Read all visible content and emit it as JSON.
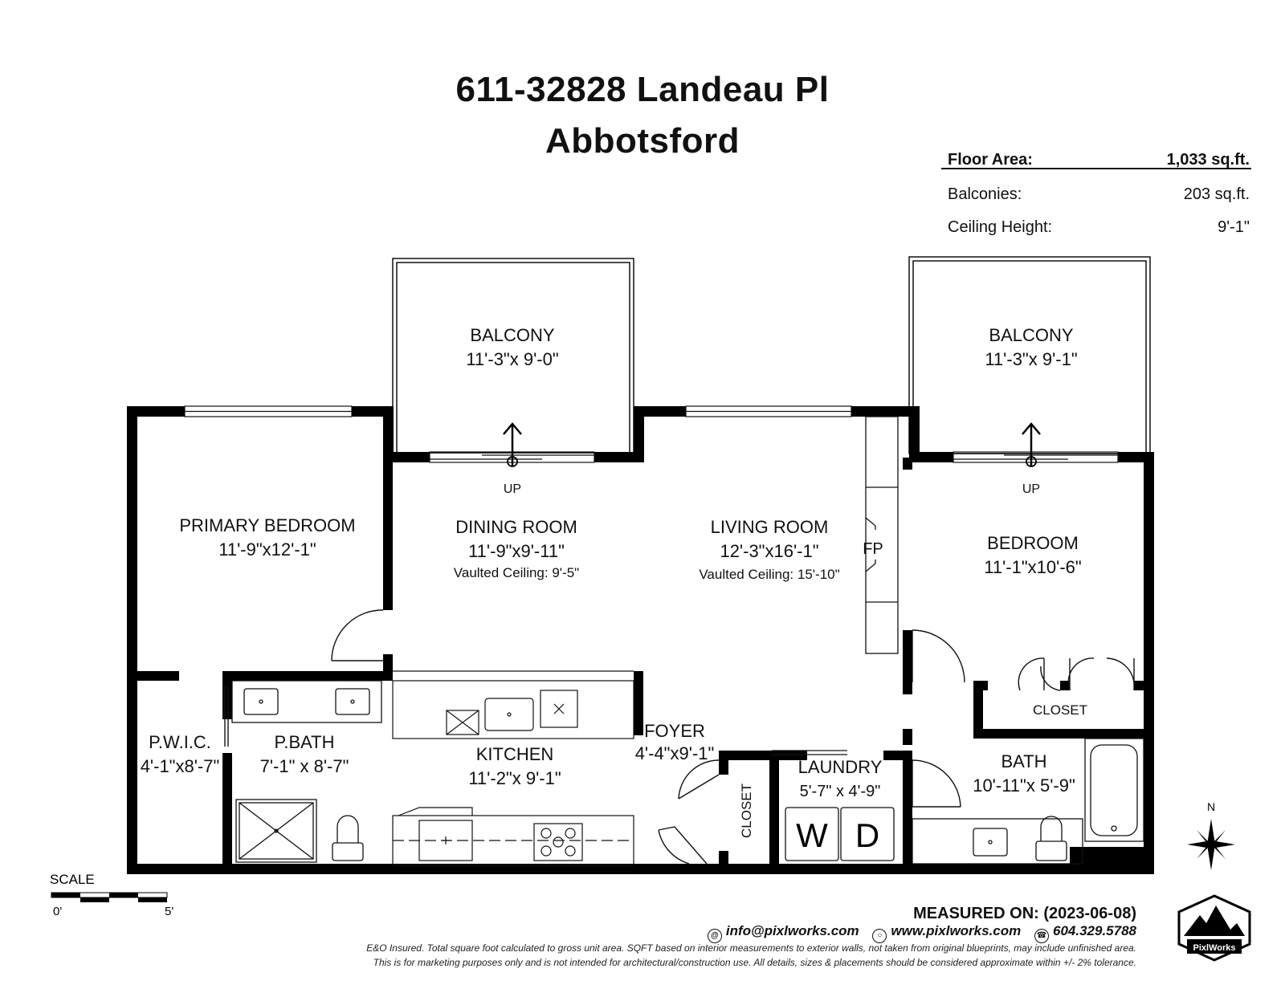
{
  "header": {
    "address_line1": "611-32828 Landeau Pl",
    "address_line2": "Abbotsford"
  },
  "areas": {
    "floor_area_label": "Floor Area:",
    "floor_area_value": "1,033 sq.ft.",
    "balconies_label": "Balconies:",
    "balconies_value": "203 sq.ft.",
    "ceiling_label": "Ceiling Height:",
    "ceiling_value": "9'-1\""
  },
  "rooms": {
    "balcony_left": {
      "name": "BALCONY",
      "dims": "11'-3\"x 9'-0\""
    },
    "balcony_right": {
      "name": "BALCONY",
      "dims": "11'-3\"x 9'-1\""
    },
    "primary_bedroom": {
      "name": "PRIMARY BEDROOM",
      "dims": "11'-9\"x12'-1\""
    },
    "dining_room": {
      "name": "DINING ROOM",
      "dims": "11'-9\"x9'-11\"",
      "note": "Vaulted Ceiling: 9'-5\""
    },
    "living_room": {
      "name": "LIVING ROOM",
      "dims": "12'-3\"x16'-1\"",
      "note": "Vaulted Ceiling: 15'-10\""
    },
    "bedroom": {
      "name": "BEDROOM",
      "dims": "11'-1\"x10'-6\""
    },
    "pwic": {
      "name": "P.W.I.C.",
      "dims": "4'-1\"x8'-7\""
    },
    "pbath": {
      "name": "P.BATH",
      "dims": "7'-1\" x 8'-7\""
    },
    "kitchen": {
      "name": "KITCHEN",
      "dims": "11'-2\"x 9'-1\""
    },
    "foyer": {
      "name": "FOYER",
      "dims": "4'-4\"x9'-1\""
    },
    "laundry": {
      "name": "LAUNDRY",
      "dims": "5'-7\" x 4'-9\""
    },
    "bath": {
      "name": "BATH",
      "dims": "10'-11\"x 5'-9\""
    },
    "closet_bedroom": "CLOSET",
    "closet_foyer": "CLOSET"
  },
  "markers": {
    "up_left": "UP",
    "up_right": "UP",
    "fireplace": "FP",
    "washer": "W",
    "dryer": "D",
    "north": "N"
  },
  "scale": {
    "label": "SCALE",
    "start": "0'",
    "end": "5'"
  },
  "footer": {
    "measured_on": "MEASURED ON: (2023-06-08)",
    "email": "info@pixlworks.com",
    "website": "www.pixlworks.com",
    "phone": "604.329.5788",
    "disclaimer1": "E&O Insured.  Total square foot calculated to gross unit area. SQFT based on interior measurements to exterior walls, not taken from original blueprints, may include unfinished area.",
    "disclaimer2": "This is for marketing purposes only and is not intended for architectural/construction use.  All details, sizes & placements should be considered approximate within +/- 2%  tolerance.",
    "logo_text": "PixlWorks"
  },
  "colors": {
    "wall": "#000000",
    "ink": "#111111",
    "background": "#ffffff"
  },
  "icons": [
    "email-icon",
    "globe-icon",
    "phone-icon",
    "compass-rose-icon",
    "pixlworks-logo-icon"
  ]
}
